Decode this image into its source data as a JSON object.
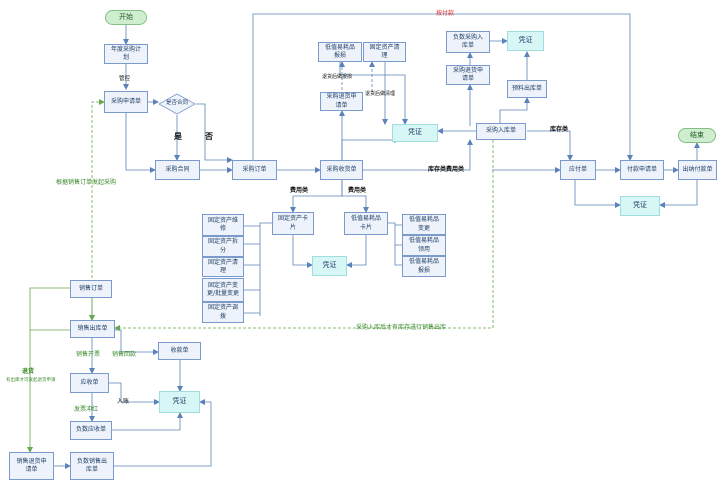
{
  "nodes": {
    "start": "开始",
    "annual_plan": "年度采购计\n划",
    "purchase_request": "采购申请单",
    "is_contract": "是否合同",
    "purchase_contract": "采购合同",
    "purchase_order": "采购订单",
    "purchase_receipt": "采购收货单",
    "low_value_report": "低值易耗品\n报损",
    "fixed_asset_clean": "固定资产清\n理",
    "purchase_return_req": "采购退货申\n请单",
    "voucher": "凭证",
    "purchase_inbound": "采购入库单",
    "negative_inbound": "负数采购入\n库单",
    "purchase_return_req2": "采购退货申\n请单",
    "prepay_inbound": "预料出库单",
    "payable": "应付单",
    "payment_request": "付款申请单",
    "payment_voucher_doc": "出纳付款单",
    "end": "结束",
    "fixed_asset_card": "固定资产卡\n片",
    "low_value_card": "低值易耗品\n卡片",
    "fa_maintain": "固定资产维\n修",
    "fa_split": "固定资产拆\n分",
    "fa_clean": "固定资产清\n理",
    "fa_change": "固定资产变\n更/批量变更",
    "fa_transfer": "固定资产调\n拨",
    "lv_change": "低值易耗品\n变更",
    "lv_use": "低值易耗品\n领用",
    "lv_report": "低值易耗品\n报损",
    "sales_order": "销售订单",
    "sales_outbound": "销售出库单",
    "receivable": "应收单",
    "receipt": "收款单",
    "negative_receivable": "负数应收单",
    "sales_return_req": "销售退货申\n请单",
    "negative_sales_outbound": "负数销售出\n库单"
  },
  "labels": {
    "control": "管控",
    "yes": "是",
    "no": "否",
    "pay_times": "按付款",
    "return_clean": "退货后做清理",
    "return_report": "退货后做报损",
    "stock_type": "库存类",
    "stock_expense": "库存类费用类",
    "expense1": "费用类",
    "expense2": "费用类",
    "sales_drive": "根据销售订单发起采购",
    "sales_after_inbound": "采购入库后才有库存进行销售出库",
    "sales_invoice": "销售开票",
    "sales_collect": "销售回款",
    "income": "入账",
    "invoice_offset": "发票冲红",
    "return_goods": "退货",
    "return_note": "有出库才可发起退货申请"
  }
}
